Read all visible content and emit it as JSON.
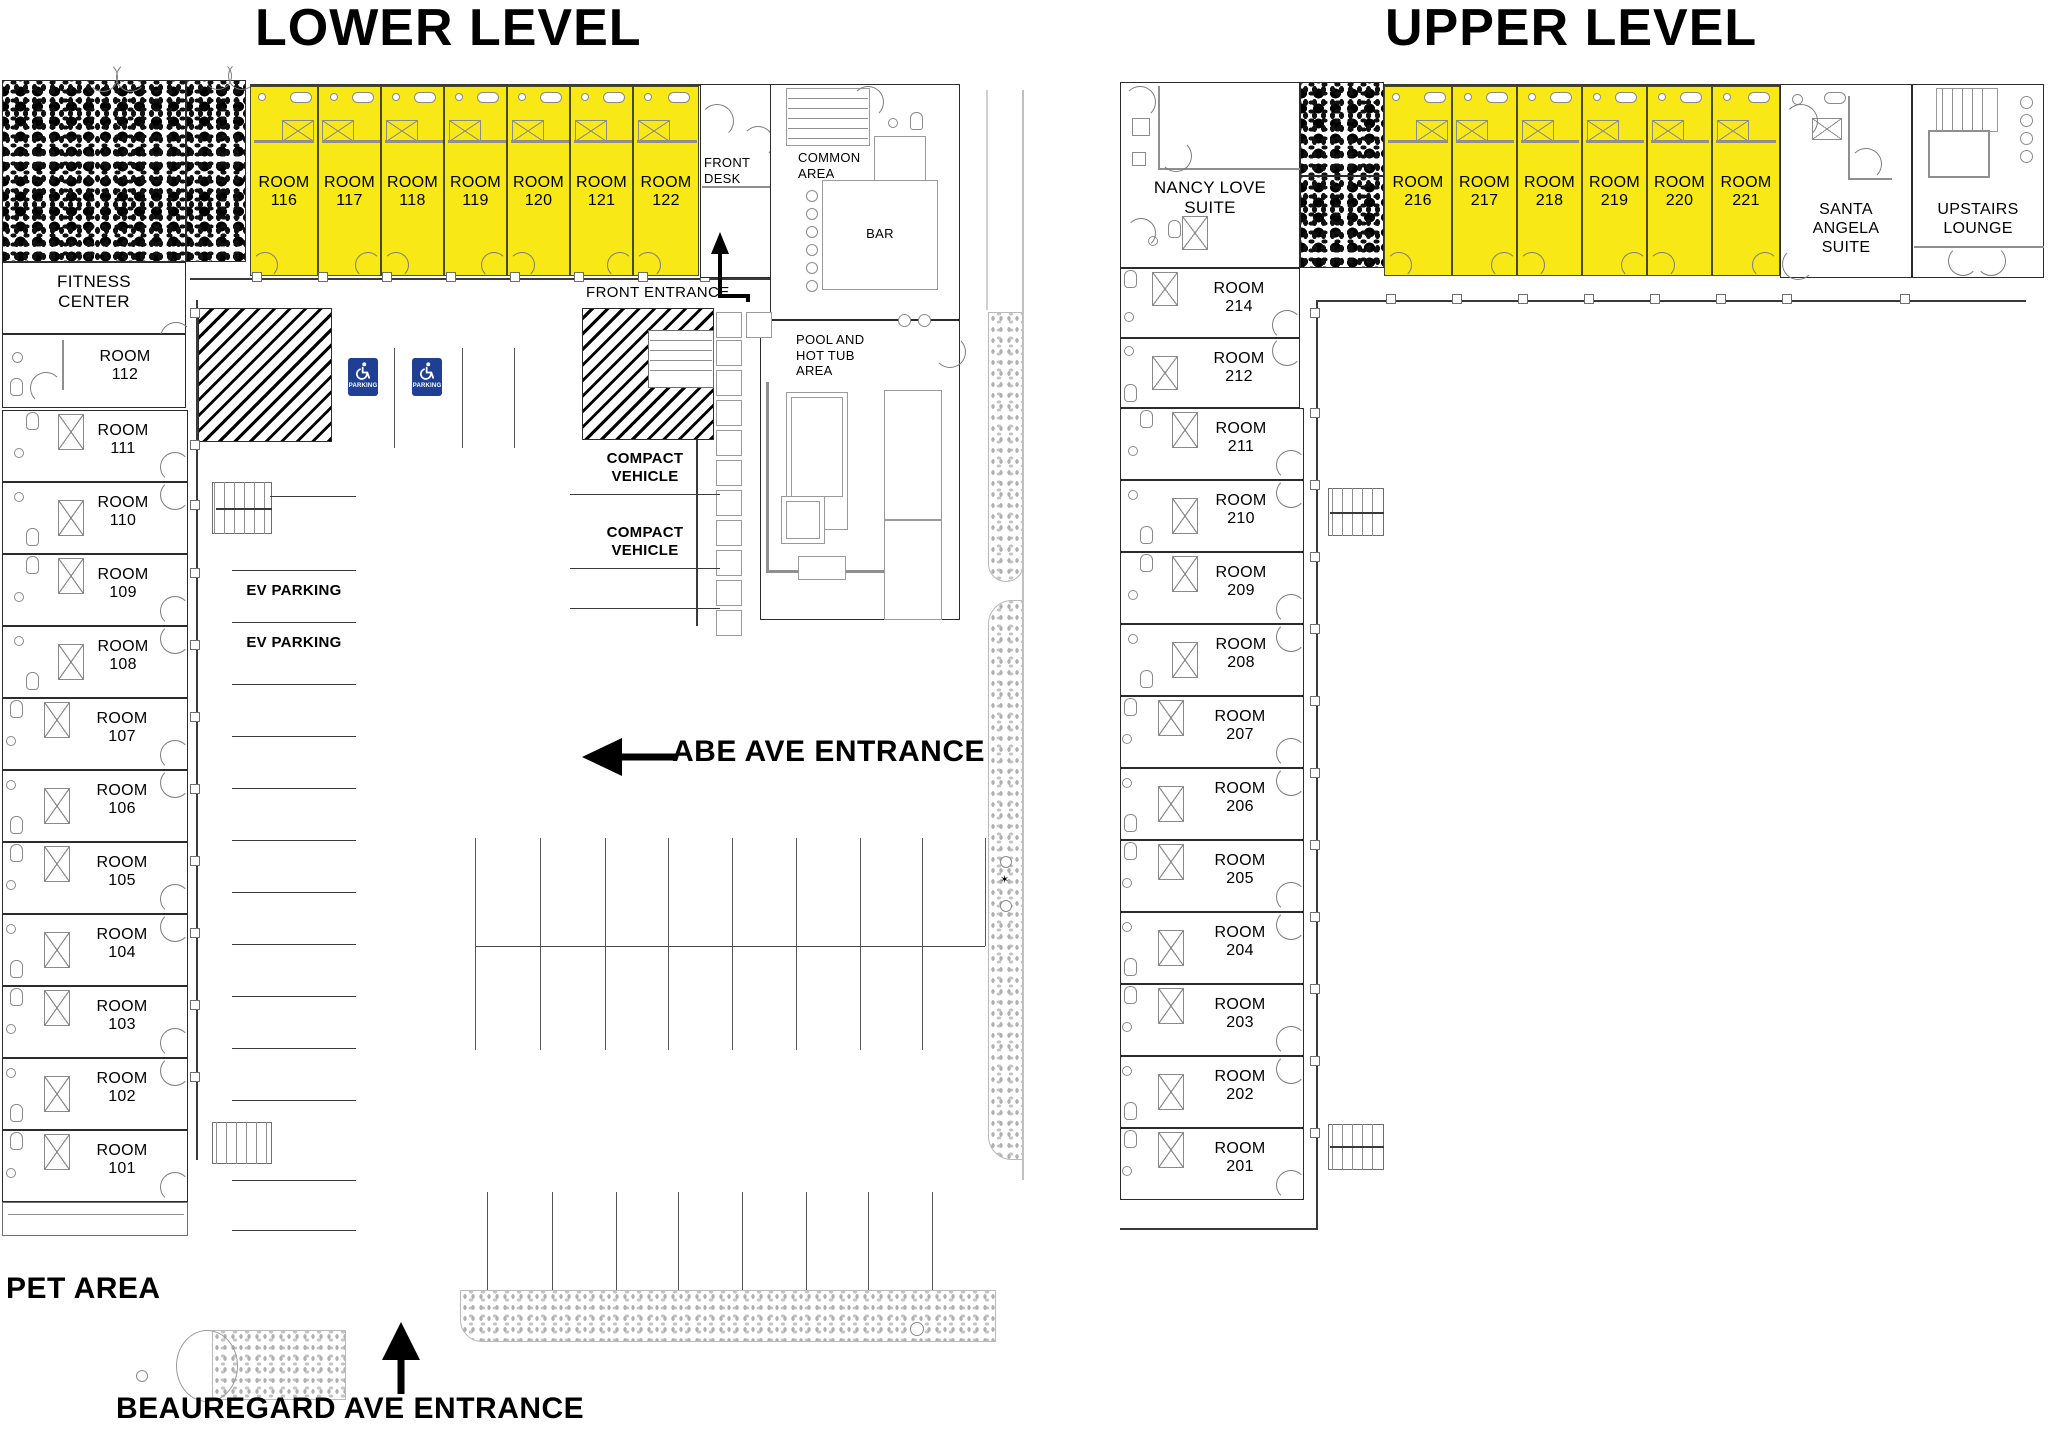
{
  "titles": {
    "lower": "LOWER LEVEL",
    "upper": "UPPER LEVEL"
  },
  "colors": {
    "highlight_room": "#F7E816",
    "ada_sign_blue": "#1E3F94",
    "wall": "#2B2B2B",
    "text": "#000000"
  },
  "annotations": {
    "abe_ave_entrance": "ABE AVE ENTRANCE",
    "beauregard_ave_entrance": "BEAUREGARD AVE ENTRANCE",
    "pet_area": "PET AREA",
    "front_entrance": "FRONT ENTRANCE"
  },
  "lower_level": {
    "highlighted_rooms": [
      {
        "label": "ROOM\n116"
      },
      {
        "label": "ROOM\n117"
      },
      {
        "label": "ROOM\n118"
      },
      {
        "label": "ROOM\n119"
      },
      {
        "label": "ROOM\n120"
      },
      {
        "label": "ROOM\n121"
      },
      {
        "label": "ROOM\n122"
      }
    ],
    "west_rooms": [
      {
        "label": "ROOM\n112"
      },
      {
        "label": "ROOM\n111"
      },
      {
        "label": "ROOM\n110"
      },
      {
        "label": "ROOM\n109"
      },
      {
        "label": "ROOM\n108"
      },
      {
        "label": "ROOM\n107"
      },
      {
        "label": "ROOM\n106"
      },
      {
        "label": "ROOM\n105"
      },
      {
        "label": "ROOM\n104"
      },
      {
        "label": "ROOM\n103"
      },
      {
        "label": "ROOM\n102"
      },
      {
        "label": "ROOM\n101"
      }
    ],
    "amenities": [
      {
        "label": "FITNESS\nCENTER"
      },
      {
        "label": "FRONT\nDESK"
      },
      {
        "label": "COMMON\nAREA"
      },
      {
        "label": "BAR"
      },
      {
        "label": "POOL AND\nHOT TUB\nAREA"
      }
    ],
    "parking": {
      "ada_stalls": [
        {
          "caption": "PARKING"
        },
        {
          "caption": "PARKING"
        }
      ],
      "ev_stalls": [
        {
          "label": "EV PARKING"
        },
        {
          "label": "EV PARKING"
        }
      ],
      "compact_stalls": [
        {
          "label": "COMPACT\nVEHICLE"
        },
        {
          "label": "COMPACT\nVEHICLE"
        }
      ]
    }
  },
  "upper_level": {
    "highlighted_rooms": [
      {
        "label": "ROOM\n216"
      },
      {
        "label": "ROOM\n217"
      },
      {
        "label": "ROOM\n218"
      },
      {
        "label": "ROOM\n219"
      },
      {
        "label": "ROOM\n220"
      },
      {
        "label": "ROOM\n221"
      }
    ],
    "west_rooms": [
      {
        "label": "ROOM\n214"
      },
      {
        "label": "ROOM\n212"
      },
      {
        "label": "ROOM\n211"
      },
      {
        "label": "ROOM\n210"
      },
      {
        "label": "ROOM\n209"
      },
      {
        "label": "ROOM\n208"
      },
      {
        "label": "ROOM\n207"
      },
      {
        "label": "ROOM\n206"
      },
      {
        "label": "ROOM\n205"
      },
      {
        "label": "ROOM\n204"
      },
      {
        "label": "ROOM\n203"
      },
      {
        "label": "ROOM\n202"
      },
      {
        "label": "ROOM\n201"
      }
    ],
    "suites": [
      {
        "label": "NANCY LOVE\nSUITE"
      },
      {
        "label": "SANTA\nANGELA\nSUITE"
      },
      {
        "label": "UPSTAIRS\nLOUNGE"
      }
    ]
  }
}
